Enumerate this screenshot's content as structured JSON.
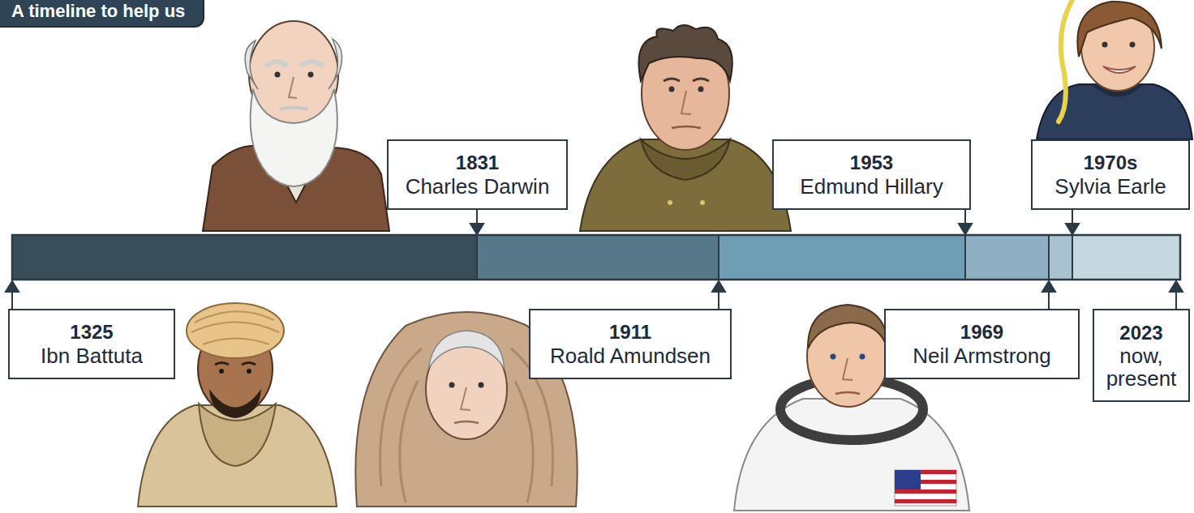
{
  "diagram": {
    "title": "A timeline to help us",
    "nodes": [
      {
        "text": [
          "1325",
          "Ibn Battuta"
        ]
      },
      {
        "text": [
          "1831",
          "Charles Darwin"
        ]
      },
      {
        "text": [
          "1911",
          "Roald Amundsen"
        ]
      },
      {
        "text": [
          "1953",
          "Edmund Hillary"
        ]
      },
      {
        "text": [
          "1969",
          "Neil Armstrong"
        ]
      },
      {
        "text": [
          "1970s",
          "Sylvia Earle"
        ]
      },
      {
        "text": [
          "2023",
          "now, present"
        ]
      }
    ]
  }
}
